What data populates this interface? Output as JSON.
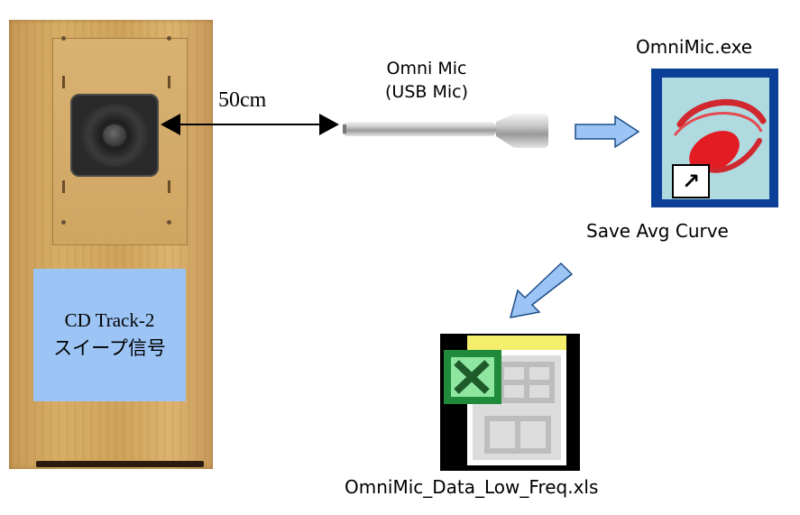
{
  "distance_label": "50cm",
  "mic": {
    "line1": "Omni Mic",
    "line2": "(USB Mic)"
  },
  "source_box": {
    "line1": "CD Track-2",
    "line2": "スイープ信号"
  },
  "app": {
    "name": "OmniMic.exe",
    "action": "Save Avg Curve"
  },
  "output_file": "OmniMic_Data_Low_Freq.xls",
  "colors": {
    "arrow_fill": "#9cc4f5",
    "arrow_stroke": "#1d4e89",
    "source_box": "#9cc4f5",
    "app_icon_border": "#0b3f98",
    "excel_green": "#1e8a3a"
  },
  "icons": {
    "speaker": "speaker-cabinet",
    "mic": "usb-measurement-microphone",
    "app": "omnimic-app-icon",
    "file": "excel-file-icon"
  }
}
